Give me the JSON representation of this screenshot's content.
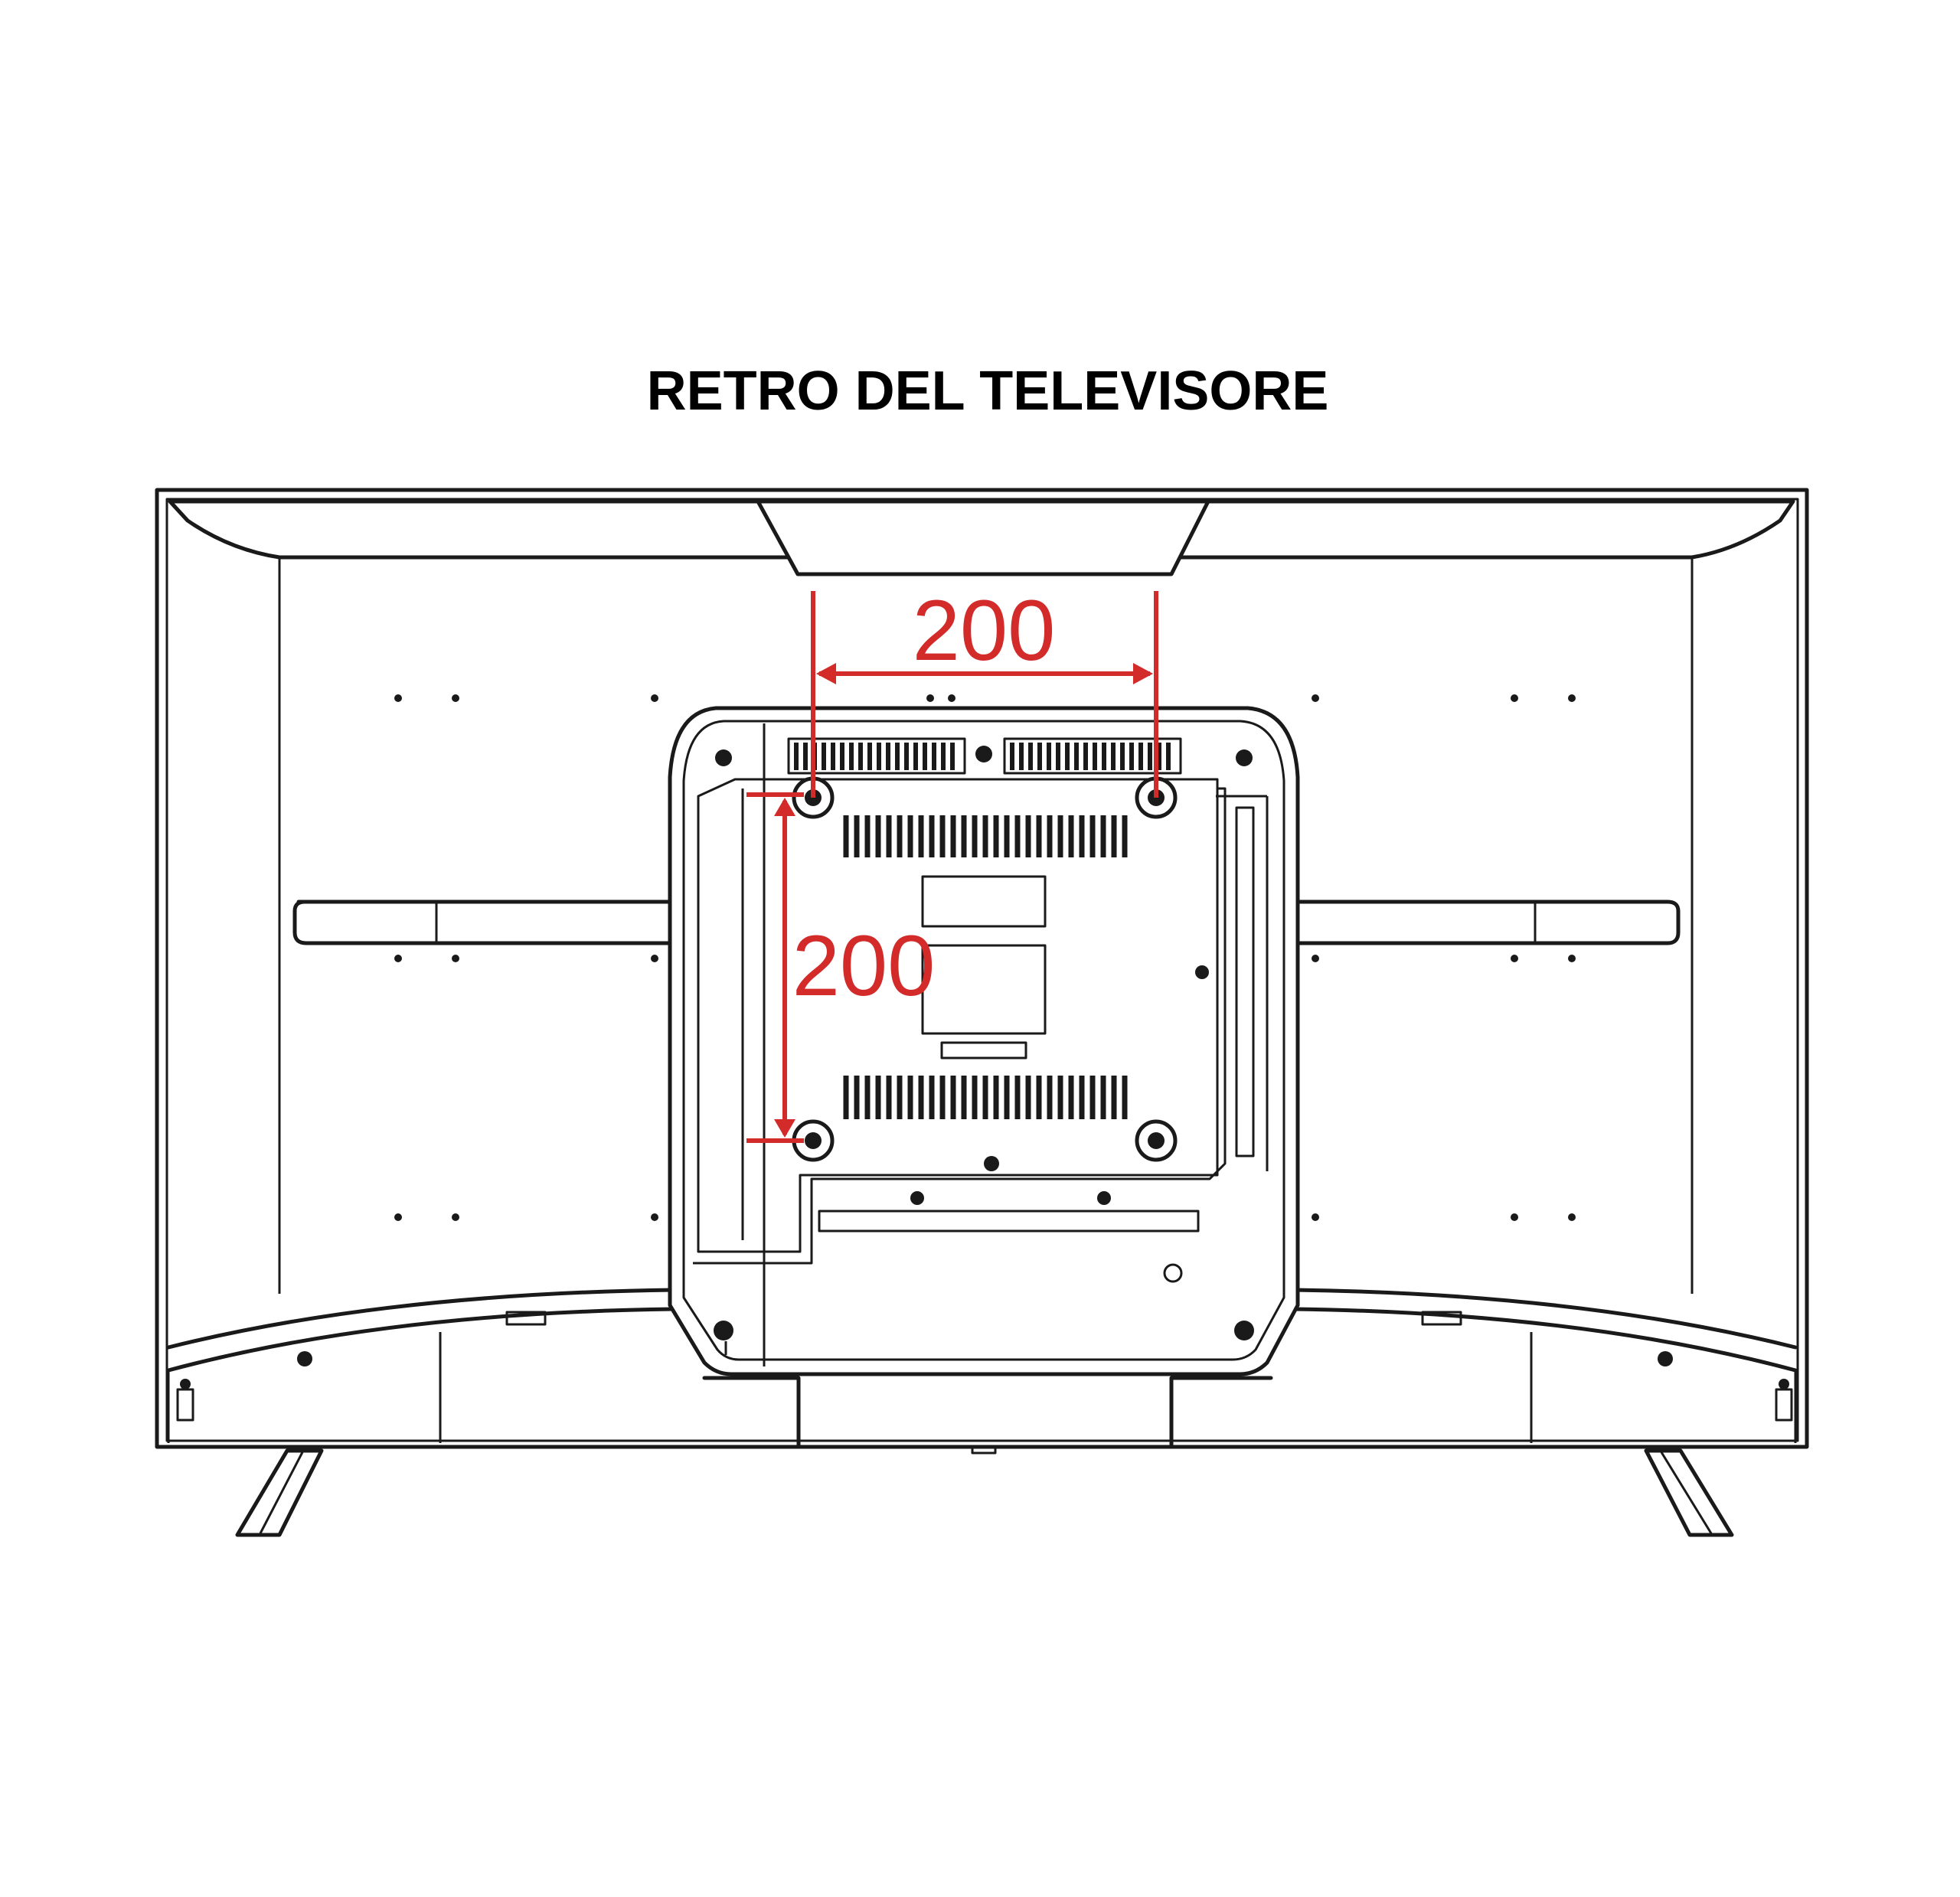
{
  "title": "RETRO DEL TELEVISORE",
  "dimensions": {
    "horizontal": "200",
    "vertical": "200"
  },
  "colors": {
    "dimension": "#d32a2a",
    "outline": "#1a1a1a",
    "background": "#ffffff"
  }
}
